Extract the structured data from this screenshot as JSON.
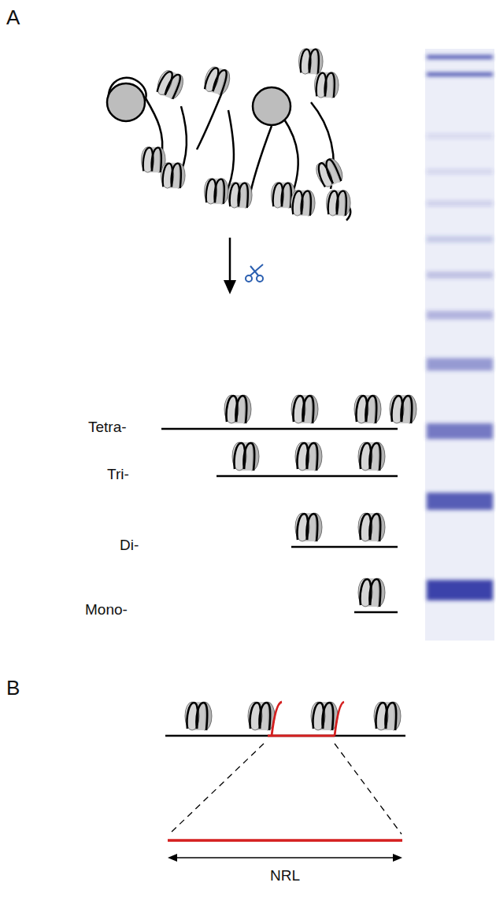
{
  "diagram": {
    "labels": [
      "A",
      "Tetra-",
      "Tri-",
      "Di-",
      "Mono-",
      "B",
      "NRL"
    ]
  }
}
